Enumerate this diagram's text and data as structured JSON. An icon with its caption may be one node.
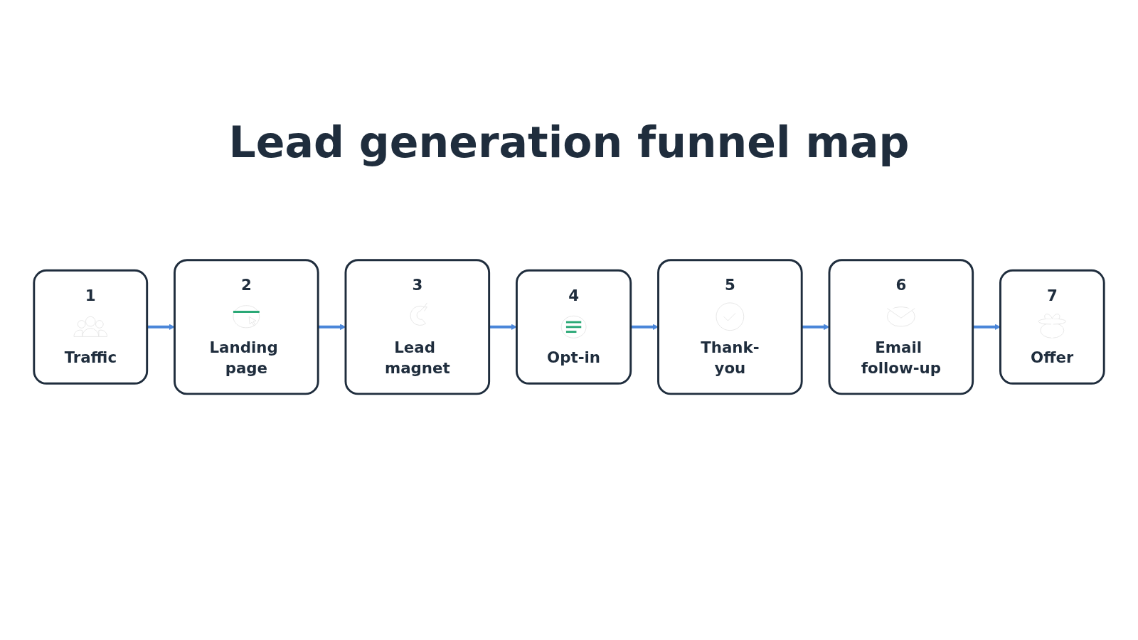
{
  "diagram": {
    "title": "Lead generation funnel map",
    "nodes": [
      {
        "text": [
          "1",
          "Traffic"
        ]
      },
      {
        "text": [
          "2",
          "Landing page"
        ]
      },
      {
        "text": [
          "3",
          "Lead magnet"
        ]
      },
      {
        "text": [
          "4",
          "Opt-in"
        ]
      },
      {
        "text": [
          "5",
          "Thank-you"
        ]
      },
      {
        "text": [
          "6",
          "Email follow-up"
        ]
      },
      {
        "text": [
          "7",
          "Offer"
        ]
      }
    ],
    "edges": [
      {
        "from": 0,
        "to": 1,
        "arrow": "to"
      },
      {
        "from": 1,
        "to": 2,
        "arrow": "to"
      },
      {
        "from": 2,
        "to": 3,
        "arrow": "to"
      },
      {
        "from": 3,
        "to": 4,
        "arrow": "to"
      },
      {
        "from": 4,
        "to": 5,
        "arrow": "to"
      },
      {
        "from": 5,
        "to": 6,
        "arrow": "to"
      }
    ]
  }
}
